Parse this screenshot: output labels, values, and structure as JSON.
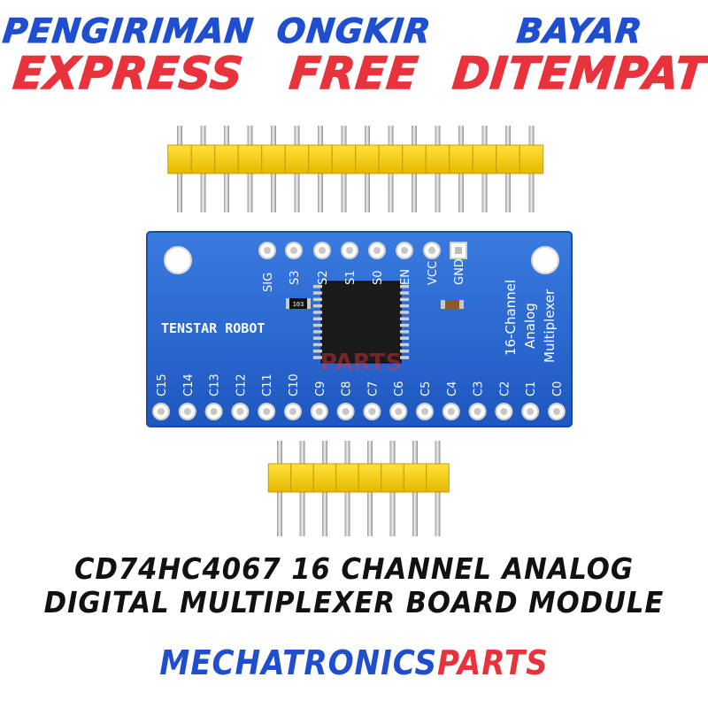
{
  "banners": [
    {
      "top": "PENGIRIMAN",
      "bottom": "EXPRESS"
    },
    {
      "top": "ONGKIR",
      "bottom": "FREE"
    },
    {
      "top": "BAYAR",
      "bottom": "DITEMPAT"
    }
  ],
  "board": {
    "brand_text": "TENSTAR ROBOT",
    "side_label_1": "16-Channel",
    "side_label_2": "Analog",
    "side_label_3": "Multiplexer",
    "top_pins": [
      "SIG",
      "S3",
      "S2",
      "S1",
      "S0",
      "EN",
      "VCC",
      "GND"
    ],
    "bottom_pins": [
      "C15",
      "C14",
      "C13",
      "C12",
      "C11",
      "C10",
      "C9",
      "C8",
      "C7",
      "C6",
      "C5",
      "C4",
      "C3",
      "C2",
      "C1",
      "C0"
    ],
    "resistor_label": "103",
    "watermark": "PARTS"
  },
  "product_title_line1": "CD74HC4067 16 CHANNEL ANALOG",
  "product_title_line2": "DIGITAL MULTIPLEXER BOARD MODULE",
  "store": {
    "part1": "MECHATRONICS",
    "part2": "PARTS"
  },
  "colors": {
    "blue": "#1f4fcf",
    "red": "#e8323c",
    "pcb": "#2e6fd6",
    "header": "#f5d000",
    "pin": "#cfcfcf"
  }
}
